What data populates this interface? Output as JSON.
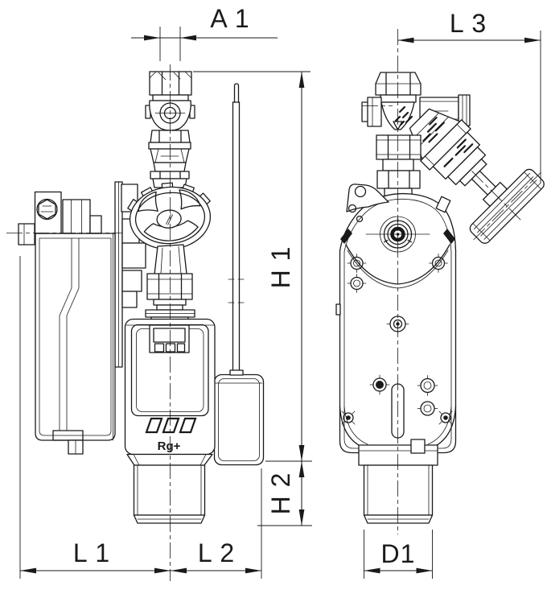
{
  "drawing": {
    "type": "technical-dimension-drawing",
    "subject": "control-valve-with-actuator-two-views",
    "dimension_labels": {
      "a1": "A 1",
      "l3": "L 3",
      "h1": "H 1",
      "h2": "H 2",
      "l1": "L 1",
      "l2": "L 2",
      "d1": "D1"
    },
    "branding": {
      "logo_text": "Rg+",
      "logo_marks": "three-parallelograms"
    },
    "colors": {
      "line": "#1a1a1a",
      "background": "#ffffff"
    }
  }
}
